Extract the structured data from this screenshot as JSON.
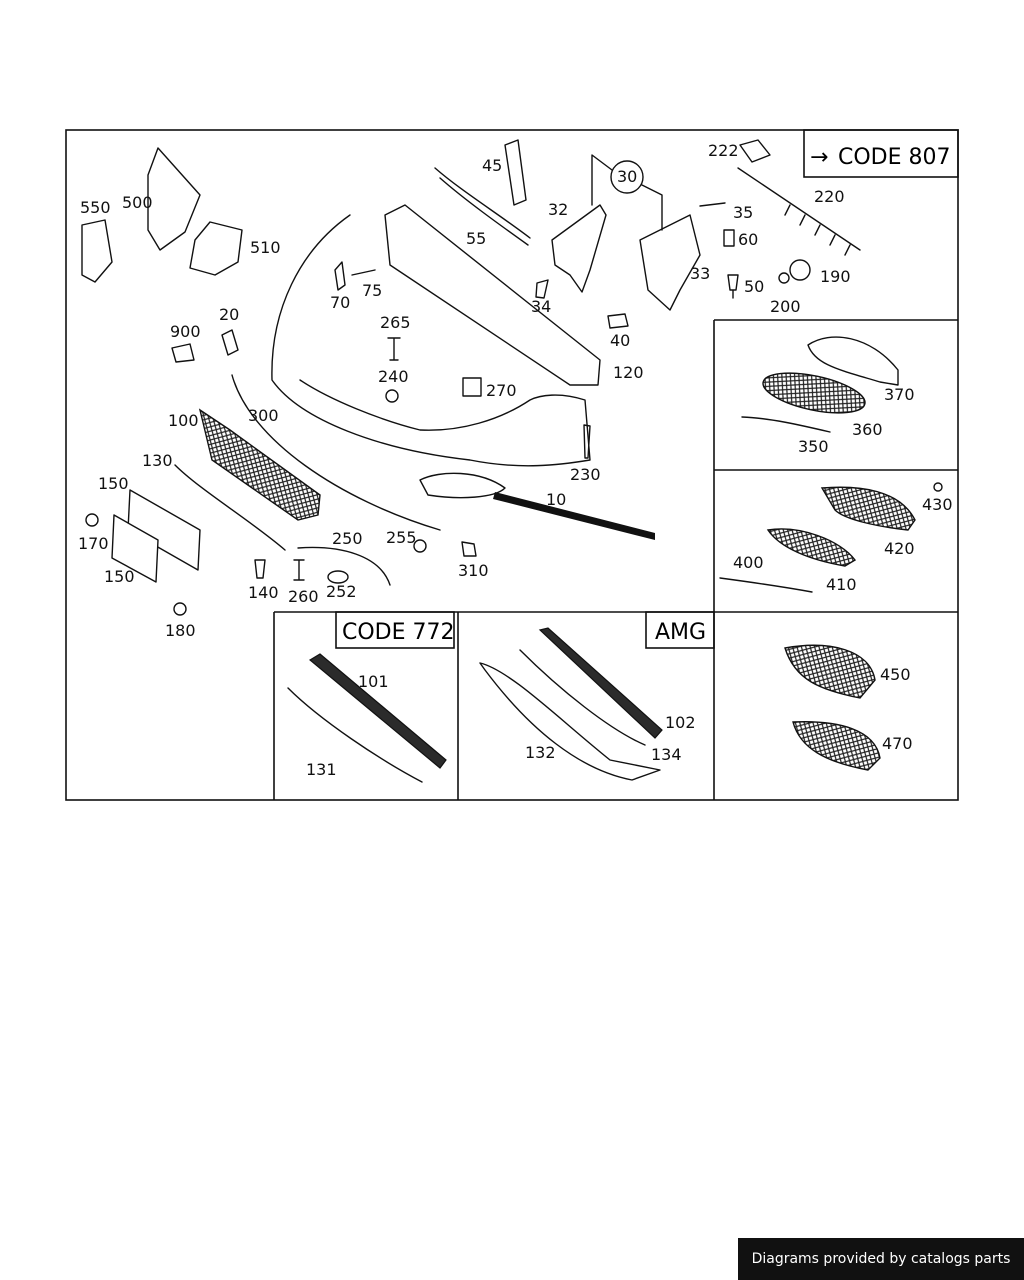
{
  "footer": {
    "text": "Diagrams provided by catalogs parts"
  },
  "codes": {
    "code807": "CODE 807",
    "code772": "CODE 772",
    "amg": "AMG",
    "arrow": "→"
  },
  "labels": {
    "l550": "550",
    "l500": "500",
    "l510": "510",
    "l45": "45",
    "l30": "30",
    "l32": "32",
    "l222": "222",
    "l35": "35",
    "l220": "220",
    "l60": "60",
    "l55": "55",
    "l33": "33",
    "l50": "50",
    "l190": "190",
    "l200": "200",
    "l70": "70",
    "l75": "75",
    "l34": "34",
    "l20": "20",
    "l900": "900",
    "l265": "265",
    "l40": "40",
    "l120": "120",
    "l240": "240",
    "l270": "270",
    "l100": "100",
    "l300": "300",
    "l370": "370",
    "l360": "360",
    "l350": "350",
    "l230": "230",
    "l130": "130",
    "l150a": "150",
    "l10": "10",
    "l430": "430",
    "l170": "170",
    "l420": "420",
    "l250": "250",
    "l255": "255",
    "l400": "400",
    "l410": "410",
    "l310": "310",
    "l150b": "150",
    "l140": "140",
    "l260": "260",
    "l252": "252",
    "l180": "180",
    "l101": "101",
    "l102": "102",
    "l134": "134",
    "l132": "132",
    "l131": "131",
    "l450": "450",
    "l470": "470"
  }
}
